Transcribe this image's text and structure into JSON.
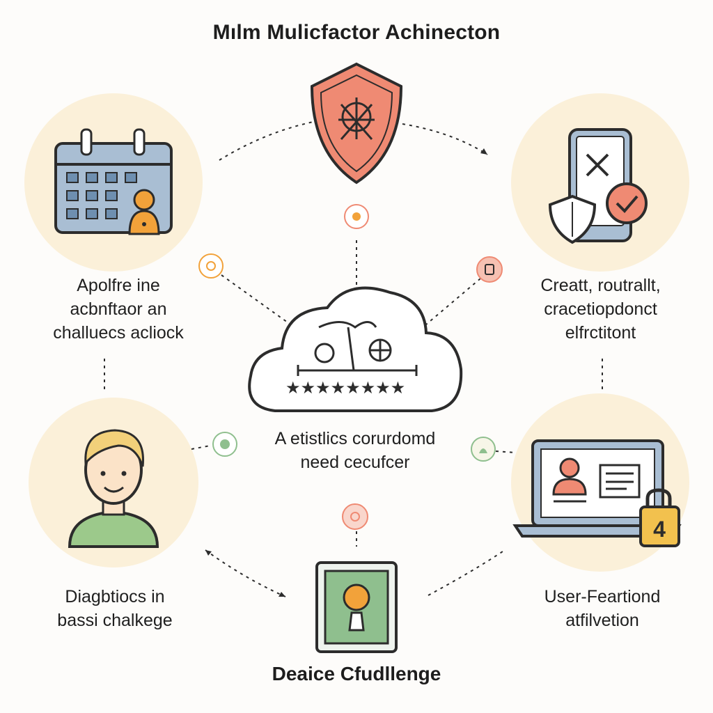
{
  "title": "Mılm Mulicfactor Achinecton",
  "nodes": {
    "top_left": {
      "lines": [
        "Apolfre ine",
        "acbnftaor an",
        "challuecs acliock"
      ],
      "icon": "calendar-user-icon",
      "circle_color": "#fbf0d9"
    },
    "top_right": {
      "lines": [
        "Creatt, routrallt,",
        "cracetiopdonct",
        "elfrctitont"
      ],
      "icon": "phone-shield-check-icon",
      "circle_color": "#fbf0d9"
    },
    "center": {
      "lines": [
        "A etistlics corurdomd",
        "need cecufcer"
      ],
      "icon": "cloud-stars-icon"
    },
    "bottom_left": {
      "lines": [
        "Diagbtiocs in",
        "bassi chalkege"
      ],
      "icon": "user-avatar-icon",
      "circle_color": "#fbf0d9"
    },
    "bottom_right": {
      "lines": [
        "User-Feartiond",
        "atfilvetion"
      ],
      "icon": "laptop-lock-icon",
      "lock_number": "4",
      "circle_color": "#fbf0d9"
    }
  },
  "footer": "Deaice Cfudllenge",
  "colors": {
    "accent_red": "#ef8a73",
    "stroke": "#2c2c2c",
    "calendar_blue": "#a9bed3",
    "person_orange": "#f2a23a",
    "green_card": "#8fbf8e",
    "shirt_green": "#9cc98b",
    "hair_yellow": "#f2d07a",
    "skin": "#fbe3c8",
    "lock_yellow": "#f2c14e"
  }
}
